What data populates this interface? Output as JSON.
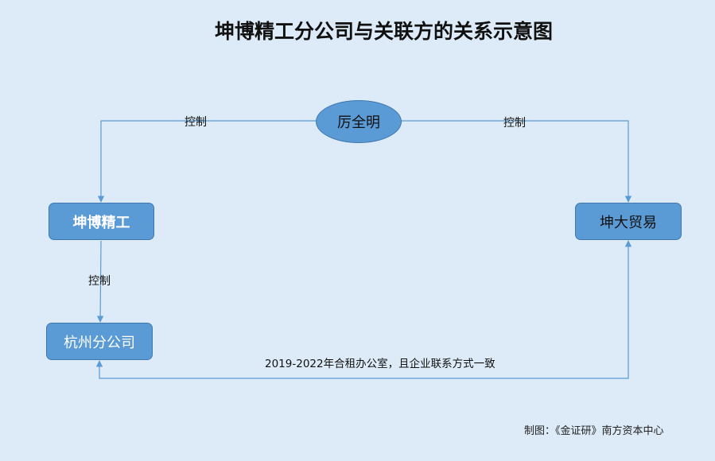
{
  "title": "坤博精工分公司与关联方的关系示意图",
  "nodes": {
    "person": "厉全明",
    "kunbo": "坤博精工",
    "kunda": "坤大贸易",
    "hangzhou": "杭州分公司"
  },
  "edge_labels": {
    "person_to_kunbo": "控制",
    "person_to_kunda": "控制",
    "kunbo_to_hangzhou": "控制",
    "shared_office": "2019-2022年合租办公室，且企业联系方式一致"
  },
  "credit": "制图：《金证研》南方资本中心",
  "colors": {
    "background": "#dcebf7",
    "node_fill": "#5b9bd5",
    "node_border": "#3f78b0",
    "connector": "#5b9bd5"
  }
}
